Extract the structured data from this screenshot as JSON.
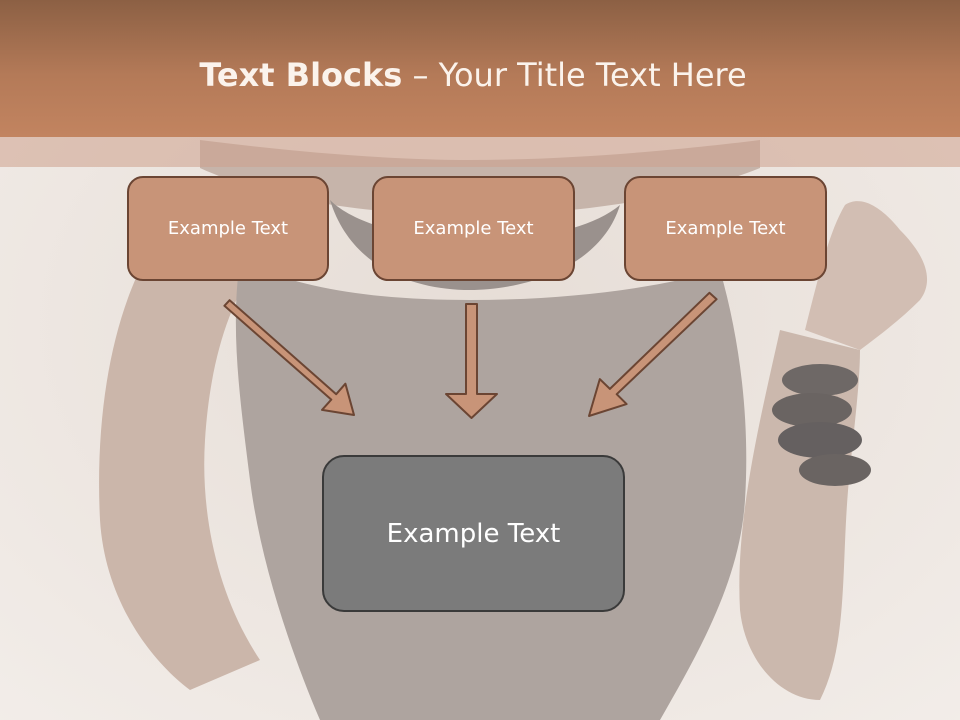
{
  "title": {
    "bold": "Text Blocks",
    "separator": " – ",
    "rest": "Your Title Text Here"
  },
  "diagram": {
    "top_boxes": [
      "Example Text",
      "Example Text",
      "Example Text"
    ],
    "bottom_box": "Example Text"
  },
  "colors": {
    "header": "#b47a58",
    "box_fill": "#c89478",
    "box_border": "#6b4533",
    "arrow_fill": "#c89478",
    "bottom_box_fill": "#7b7b7b"
  }
}
